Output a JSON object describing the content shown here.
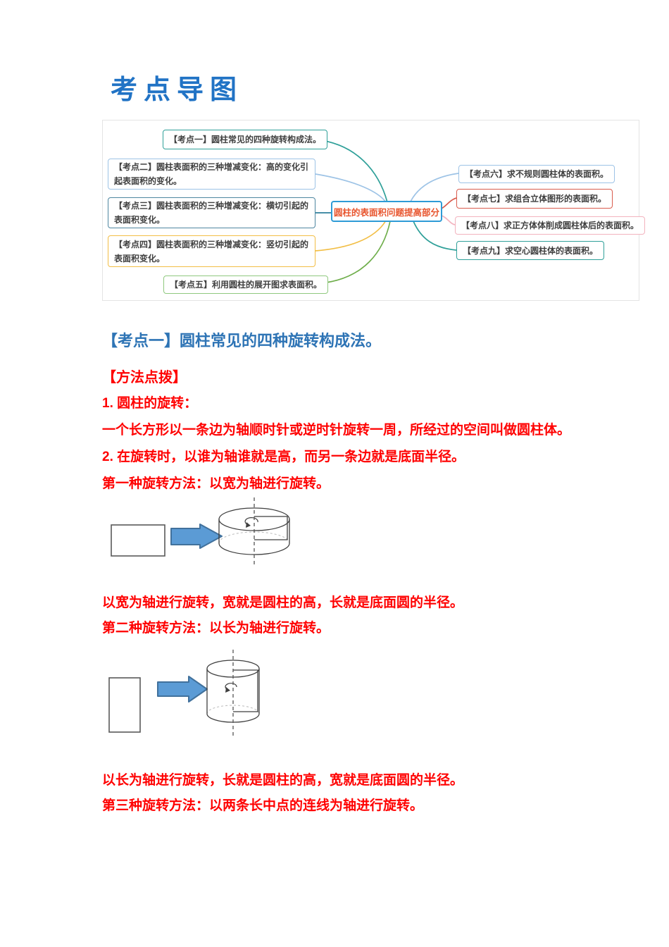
{
  "page": {
    "title": "考点导图"
  },
  "colors": {
    "titleBlue": "#2173C5",
    "headingBlue": "#2E74B5",
    "red": "#FF0000",
    "teal": "#2FA099",
    "lightblue": "#9DC3E6",
    "steel": "#4E86A0",
    "steelLine": "#2E7F9B",
    "amber": "#F2BE45",
    "greenBorder": "#8FC97E",
    "greenLine": "#6FAE4B",
    "centerBlue": "#2E9BD6",
    "centerText": "#E8552E",
    "nodeText": "#3F3F3F",
    "redNode": "#D95C4D",
    "pinkNode": "#F3B3BE",
    "arrowFill": "#5B9BD5",
    "arrowStroke": "#41719C"
  },
  "mindmap": {
    "center_label": "圆柱的表面积问题提高部分",
    "left_nodes": [
      {
        "label": "【考点一】圆柱常见的四种旋转构成法。"
      },
      {
        "label": "【考点二】圆柱表面积的三种增减变化：高的变化引起表面积的变化。"
      },
      {
        "label": "【考点三】圆柱表面积的三种增减变化：横切引起的表面积变化。"
      },
      {
        "label": "【考点四】圆柱表面积的三种增减变化：竖切引起的表面积变化。"
      },
      {
        "label": "【考点五】利用圆柱的展开图求表面积。"
      }
    ],
    "right_nodes": [
      {
        "label": "【考点六】求不规则圆柱体的表面积。"
      },
      {
        "label": "【考点七】求组合立体图形的表面积。"
      },
      {
        "label": "【考点八】求正方体体削成圆柱体后的表面积。"
      },
      {
        "label": "【考点九】求空心圆柱体的表面积。"
      }
    ]
  },
  "section": {
    "heading": "【考点一】圆柱常见的四种旋转构成法。",
    "method_title": "【方法点拨】",
    "paragraphs": [
      "1. 圆柱的旋转：",
      "一个长方形以一条边为轴顺时针或逆时针旋转一周，所经过的空间叫做圆柱体。",
      "2. 在旋转时，以谁为轴谁就是高，而另一条边就是底面半径。",
      "第一种旋转方法：以宽为轴进行旋转。"
    ],
    "after_diagram1": [
      "以宽为轴进行旋转，宽就是圆柱的高，长就是底面圆的半径。",
      "第二种旋转方法：以长为轴进行旋转。"
    ],
    "after_diagram2": [
      "以长为轴进行旋转，长就是圆柱的高，宽就是底面圆的半径。",
      "第三种旋转方法：以两条长中点的连线为轴进行旋转。"
    ]
  }
}
